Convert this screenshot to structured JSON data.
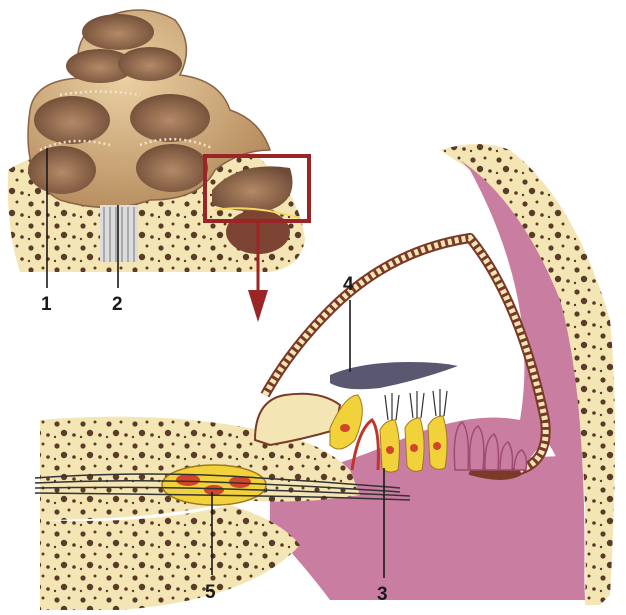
{
  "labels": {
    "l1": "1",
    "l2": "2",
    "l3": "3",
    "l4": "4",
    "l5": "5"
  },
  "colors": {
    "bone": "#f4e6b4",
    "bone_pores": "#5a3a28",
    "cochlea_shell": "#d8b583",
    "cochlea_shadow": "#8a6448",
    "tissue_pink": "#c97da0",
    "tissue_dark": "#a04a70",
    "hair_cell": "#f2d23a",
    "nucleus": "#d2452a",
    "nerve": "#333333",
    "membrane": "#5a5870",
    "callout": "#9b2426"
  }
}
